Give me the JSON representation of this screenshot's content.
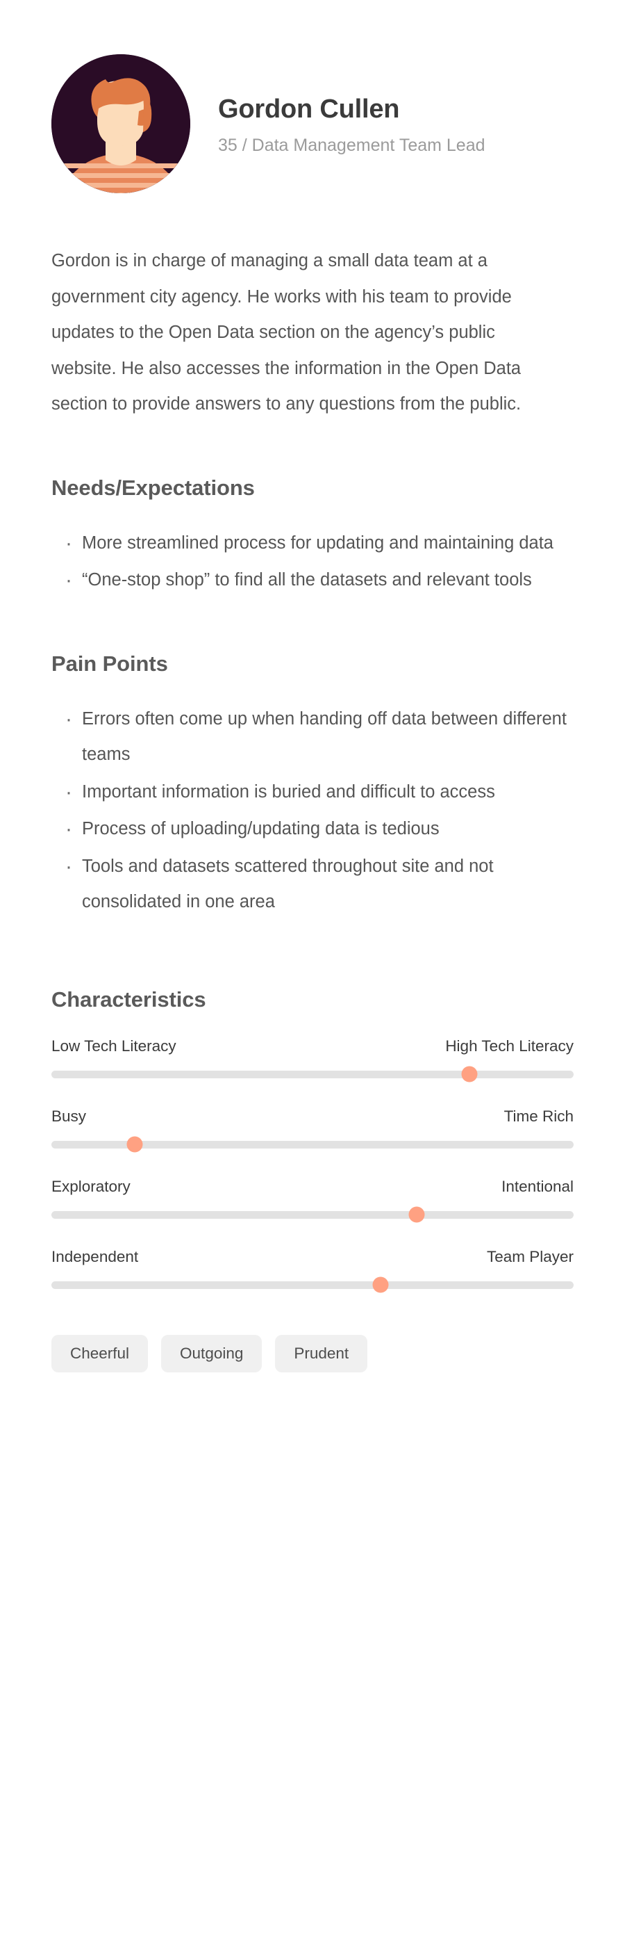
{
  "theme": {
    "background": "#ffffff",
    "accent": "#ffa182",
    "avatar_bg": "#2a0c26",
    "hair": "#e07b45",
    "skin": "#fcdcba",
    "shirt": "#e8875a",
    "track": "#e2e2e2",
    "tag_bg": "#f0f0f0",
    "heading_color": "#5a5a5a",
    "body_color": "#555555",
    "meta_color": "#9b9b9b"
  },
  "header": {
    "avatar_alt": "illustrated portrait of a man with orange hair in a striped shirt",
    "name": "Gordon Cullen",
    "meta": "35 / Data Management Team Lead",
    "age": "35",
    "role": "Data Management Team Lead"
  },
  "bio": {
    "text": "Gordon is in charge of managing a small data team at a government city agency. He works with his team to provide updates to the Open Data section on the agency’s public website. He also accesses the information in the Open Data section to provide answers to any questions from the public."
  },
  "sections": [
    {
      "title": "Needs/Expectations",
      "items": [
        "More streamlined process for updating and maintaining data",
        "“One-stop shop” to find all the datasets and relevant tools"
      ]
    },
    {
      "title": "Pain Points",
      "items": [
        "Errors often come up when handing off data between different teams",
        "Important information is buried and difficult to access",
        "Process of uploading/updating data is tedious",
        "Tools and datasets scattered throughout site and not consolidated in one area"
      ]
    }
  ],
  "characteristics": {
    "title": "Characteristics",
    "sliders": [
      {
        "left": "Low Tech Literacy",
        "right": "High Tech Literacy",
        "value": 80
      },
      {
        "left": "Busy",
        "right": "Time Rich",
        "value": 16
      },
      {
        "left": "Exploratory",
        "right": "Intentional",
        "value": 70
      },
      {
        "left": "Independent",
        "right": "Team Player",
        "value": 63
      }
    ],
    "tags": [
      "Cheerful",
      "Outgoing",
      "Prudent"
    ]
  }
}
